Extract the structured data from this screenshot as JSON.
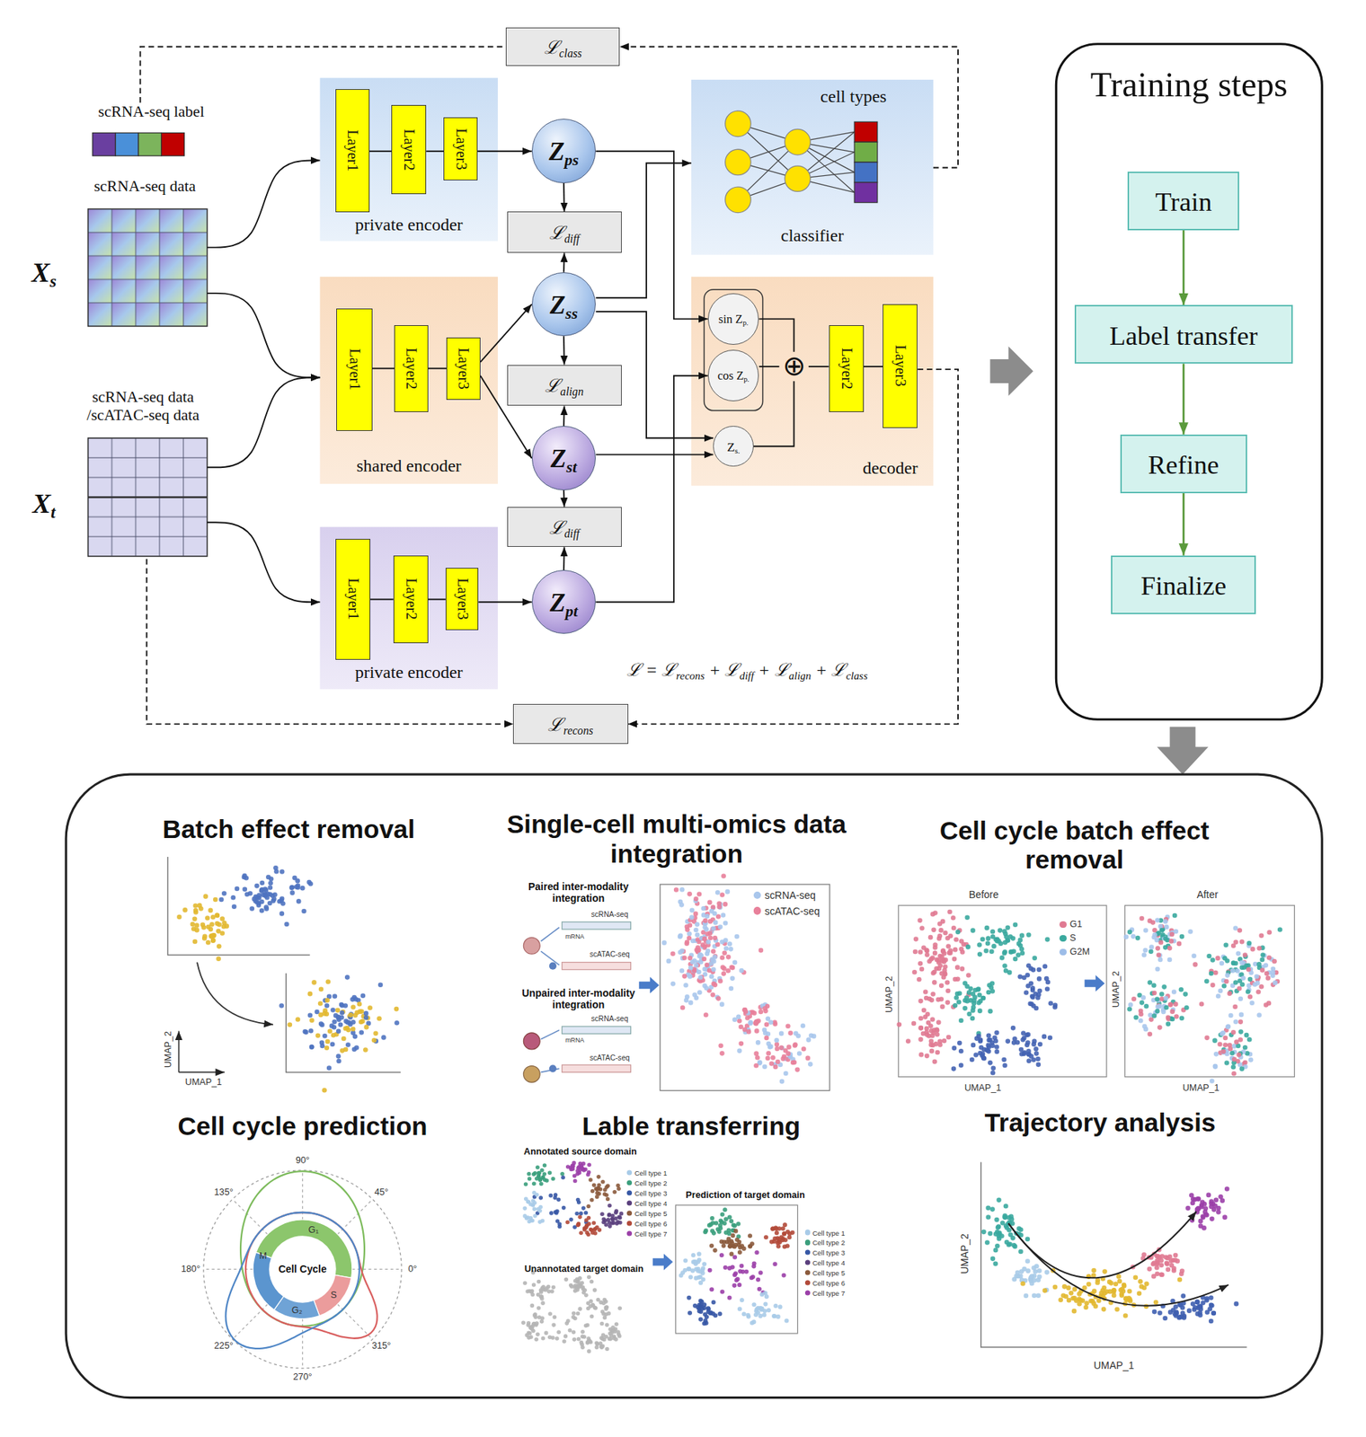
{
  "diagram": {
    "nodes": [
      {
        "text": [
          "scRNA-seq label"
        ]
      },
      {
        "text": [
          "scRNA-seq data"
        ]
      },
      {
        "text": [
          "scRNA-seq data /scATAC-seq data"
        ]
      },
      {
        "text": [
          "private encoder"
        ]
      },
      {
        "text": [
          "Layer1"
        ],
        "in": 3
      },
      {
        "text": [
          "Layer2"
        ],
        "in": 3
      },
      {
        "text": [
          "Layer3"
        ],
        "in": 3
      },
      {
        "text": [
          "shared encoder"
        ]
      },
      {
        "text": [
          "Layer1"
        ],
        "in": 7
      },
      {
        "text": [
          "Layer2"
        ],
        "in": 7
      },
      {
        "text": [
          "Layer3"
        ],
        "in": 7
      },
      {
        "text": [
          "private encoder"
        ]
      },
      {
        "text": [
          "Layer1"
        ],
        "in": 11
      },
      {
        "text": [
          "Layer2"
        ],
        "in": 11
      },
      {
        "text": [
          "Layer3"
        ],
        "in": 11
      },
      {
        "text": [
          "ℒclass"
        ]
      },
      {
        "text": [
          "Zps"
        ]
      },
      {
        "text": [
          "ℒdiff"
        ]
      },
      {
        "text": [
          "Zss"
        ]
      },
      {
        "text": [
          "ℒalign"
        ]
      },
      {
        "text": [
          "Zst"
        ]
      },
      {
        "text": [
          "ℒdiff"
        ]
      },
      {
        "text": [
          "Zpt"
        ]
      },
      {
        "text": [
          "ℒrecons"
        ]
      },
      {
        "text": [
          "cell types",
          "classifier"
        ]
      },
      {
        "text": [
          "decoder"
        ]
      },
      {
        "text": [
          "sin Zp."
        ],
        "in": 25
      },
      {
        "text": [
          "cos Zp."
        ],
        "in": 25
      },
      {
        "text": [
          "Zs."
        ],
        "in": 25
      },
      {
        "text": [
          "⊕"
        ],
        "in": 25
      },
      {
        "text": [
          "Layer2"
        ],
        "in": 25
      },
      {
        "text": [
          "Layer3"
        ],
        "in": 25
      },
      {
        "text": [
          "Training steps"
        ]
      },
      {
        "text": [
          "Train"
        ],
        "in": 32
      },
      {
        "text": [
          "Label transfer"
        ],
        "in": 32
      },
      {
        "text": [
          "Refine"
        ],
        "in": 32
      },
      {
        "text": [
          "Finalize"
        ],
        "in": 32
      }
    ],
    "edges": [
      {
        "from": 1,
        "to": 3,
        "arrow": "to"
      },
      {
        "from": 1,
        "to": 7,
        "arrow": "to"
      },
      {
        "from": 2,
        "to": 7,
        "arrow": "to"
      },
      {
        "from": 2,
        "to": 11,
        "arrow": "to"
      },
      {
        "from": 4,
        "to": 5,
        "arrow": "none"
      },
      {
        "from": 5,
        "to": 6,
        "arrow": "none"
      },
      {
        "from": 8,
        "to": 9,
        "arrow": "none"
      },
      {
        "from": 9,
        "to": 10,
        "arrow": "none"
      },
      {
        "from": 12,
        "to": 13,
        "arrow": "none"
      },
      {
        "from": 13,
        "to": 14,
        "arrow": "none"
      },
      {
        "from": 6,
        "to": 16,
        "arrow": "to"
      },
      {
        "from": 10,
        "to": 18,
        "arrow": "to"
      },
      {
        "from": 10,
        "to": 20,
        "arrow": "to"
      },
      {
        "from": 14,
        "to": 22,
        "arrow": "to"
      },
      {
        "from": 16,
        "to": 17,
        "arrow": "to"
      },
      {
        "from": 18,
        "to": 17,
        "arrow": "to"
      },
      {
        "from": 18,
        "to": 19,
        "arrow": "to"
      },
      {
        "from": 20,
        "to": 19,
        "arrow": "to"
      },
      {
        "from": 20,
        "to": 21,
        "arrow": "to"
      },
      {
        "from": 22,
        "to": 21,
        "arrow": "to"
      },
      {
        "from": 18,
        "to": 24,
        "arrow": "to"
      },
      {
        "from": 16,
        "to": 26,
        "arrow": "to"
      },
      {
        "from": 22,
        "to": 27,
        "arrow": "to"
      },
      {
        "from": 18,
        "to": 28,
        "arrow": "to"
      },
      {
        "from": 20,
        "to": 28,
        "arrow": "to"
      },
      {
        "from": 26,
        "to": 29,
        "arrow": "none"
      },
      {
        "from": 27,
        "to": 29,
        "arrow": "none"
      },
      {
        "from": 28,
        "to": 29,
        "arrow": "none"
      },
      {
        "from": 29,
        "to": 30,
        "arrow": "none"
      },
      {
        "from": 30,
        "to": 31,
        "arrow": "none"
      },
      {
        "from": 0,
        "to": 15,
        "arrow": "none"
      },
      {
        "from": 24,
        "to": 15,
        "arrow": "to"
      },
      {
        "from": 31,
        "to": 23,
        "arrow": "to"
      },
      {
        "from": 2,
        "to": 23,
        "arrow": "to"
      },
      {
        "from": 33,
        "to": 34,
        "arrow": "to"
      },
      {
        "from": 34,
        "to": 35,
        "arrow": "to"
      },
      {
        "from": 35,
        "to": 36,
        "arrow": "to"
      }
    ],
    "labels": [
      "Xs",
      "Xt",
      "ℒ = ℒrecons + ℒdiff + ℒalign + ℒclass",
      "Batch effect removal",
      "UMAP_2",
      "UMAP_1",
      "Single-cell multi-omics data integration",
      "Paired inter-modality integration",
      "scRNA-seq",
      "mRNA",
      "scATAC-seq",
      "Unpaired inter-modality integration",
      "scRNA-seq",
      "mRNA",
      "scATAC-seq",
      "Cell cycle batch effect removal",
      "Before",
      "After",
      "UMAP_2",
      "UMAP_1",
      "UMAP_2",
      "UMAP_1",
      "Cell cycle prediction",
      "90°",
      "45°",
      "0°",
      "315°",
      "270°",
      "225°",
      "180°",
      "135°",
      "Cell Cycle",
      "G₁",
      "S",
      "M",
      "G₂",
      "Lable transferring",
      "Annotated source domain",
      "Unannotated target domain",
      "Prediction of target domain",
      "Trajectory analysis",
      "UMAP_2",
      "UMAP_1"
    ],
    "legend": [
      {
        "text": "scRNA-seq",
        "color": "#a9c6ec"
      },
      {
        "text": "scATAC-seq",
        "color": "#e8809a"
      },
      {
        "text": "G1",
        "color": "#e07a92"
      },
      {
        "text": "S",
        "color": "#3aa99e"
      },
      {
        "text": "G2M",
        "color": "#9dbde8"
      },
      {
        "text": "Cell type 1",
        "color": "#a8cbe8"
      },
      {
        "text": "Cell type 2",
        "color": "#3a9e7c"
      },
      {
        "text": "Cell type 3",
        "color": "#3657a5"
      },
      {
        "text": "Cell type 4",
        "color": "#5a3f7d"
      },
      {
        "text": "Cell type 5",
        "color": "#8b5a3c"
      },
      {
        "text": "Cell type 6",
        "color": "#b24a3a"
      },
      {
        "text": "Cell type 7",
        "color": "#9b3fa8"
      },
      {
        "text": "Cell type 1",
        "color": "#a8cbe8"
      },
      {
        "text": "Cell type 2",
        "color": "#3a9e7c"
      },
      {
        "text": "Cell type 3",
        "color": "#3657a5"
      },
      {
        "text": "Cell type 4",
        "color": "#5a3f7d"
      },
      {
        "text": "Cell type 5",
        "color": "#8b5a3c"
      },
      {
        "text": "Cell type 6",
        "color": "#b24a3a"
      },
      {
        "text": "Cell type 7",
        "color": "#9b3fa8"
      }
    ]
  }
}
